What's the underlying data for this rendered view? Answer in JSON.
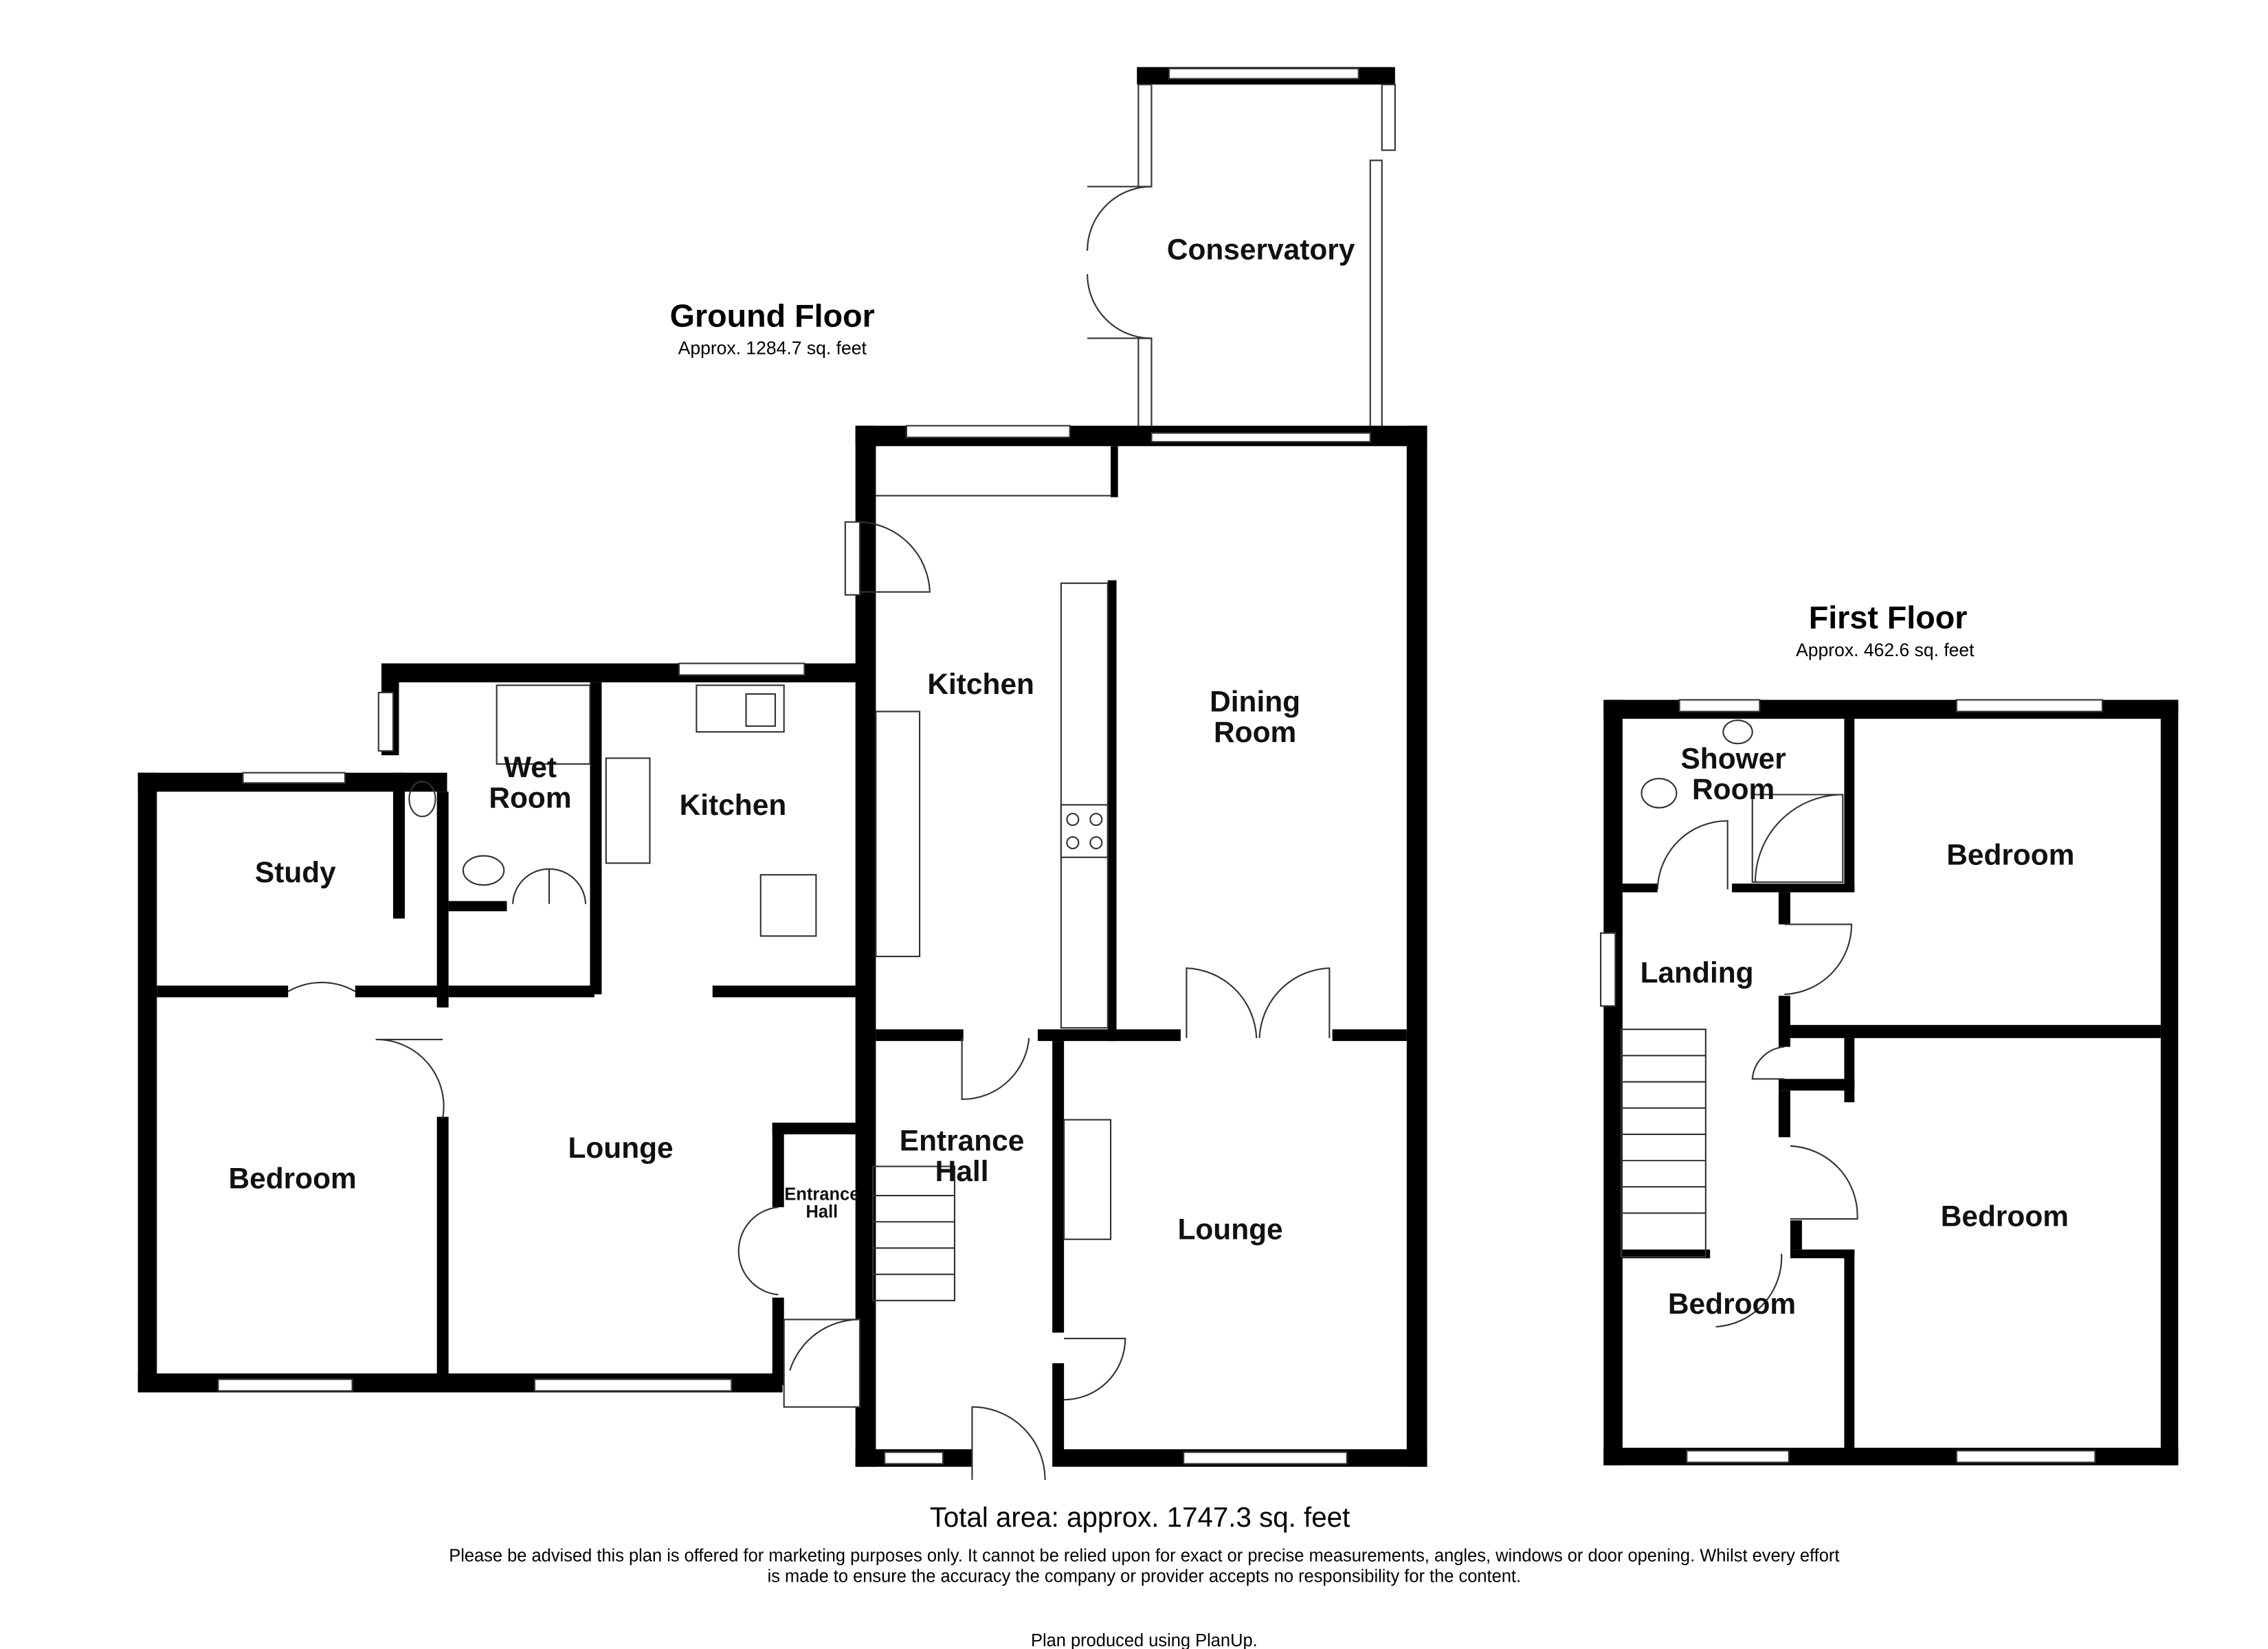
{
  "ground_floor": {
    "title": "Ground Floor",
    "area": "Approx. 1284.7 sq. feet",
    "rooms": {
      "conservatory": "Conservatory",
      "kitchen_main": "Kitchen",
      "dining_line1": "Dining",
      "dining_line2": "Room",
      "wet_line1": "Wet",
      "wet_line2": "Room",
      "kitchen_small": "Kitchen",
      "study": "Study",
      "lounge_left": "Lounge",
      "bedroom": "Bedroom",
      "entrance_small_line1": "Entrance",
      "entrance_small_line2": "Hall",
      "entrance_line1": "Entrance",
      "entrance_line2": "Hall",
      "lounge_right": "Lounge"
    }
  },
  "first_floor": {
    "title": "First Floor",
    "area": "Approx. 462.6 sq. feet",
    "rooms": {
      "shower_line1": "Shower",
      "shower_line2": "Room",
      "bedroom_top": "Bedroom",
      "landing": "Landing",
      "bedroom_right": "Bedroom",
      "bedroom_small": "Bedroom"
    }
  },
  "footer": {
    "total_area": "Total area: approx. 1747.3 sq. feet",
    "disclaimer_line1": "Please be advised this plan is offered for marketing purposes only. It cannot be relied upon for exact or precise measurements, angles, windows or door opening. Whilst every effort",
    "disclaimer_line2": "is made to ensure the accuracy the company or provider accepts no responsibility for the content.",
    "credit": "Plan produced using PlanUp."
  }
}
